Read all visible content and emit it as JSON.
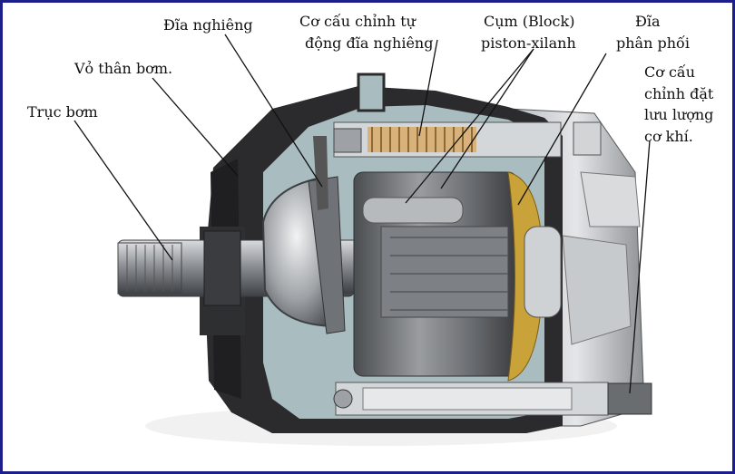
{
  "labels": {
    "truc_bom": "Trục bơm",
    "vo_than_bom": "Vỏ thân bơm.",
    "dia_nghieng": "Đĩa nghiêng",
    "co_cau_chinh_tu_dong_l1": "Cơ cấu chỉnh tự",
    "co_cau_chinh_tu_dong_l2": "động đĩa nghiêng",
    "cum_block_l1": "Cụm (Block)",
    "cum_block_l2": "piston-xilanh",
    "dia_phan_phoi_l1": "Đĩa",
    "dia_phan_phoi_l2": "phân phối",
    "co_cau_luu_luong_l1": "Cơ cấu",
    "co_cau_luu_luong_l2": "chỉnh đặt",
    "co_cau_luu_luong_l3": "lưu lượng",
    "co_cau_luu_luong_l4": "cơ khí."
  },
  "colors": {
    "frame": "#1c1f8a",
    "housing_dark": "#2b2b2d",
    "housing_light": "#a9bcc0",
    "metal": "#8c8f93",
    "brass": "#c9a23a",
    "spring": "#d8b27a",
    "leader": "#111111"
  }
}
